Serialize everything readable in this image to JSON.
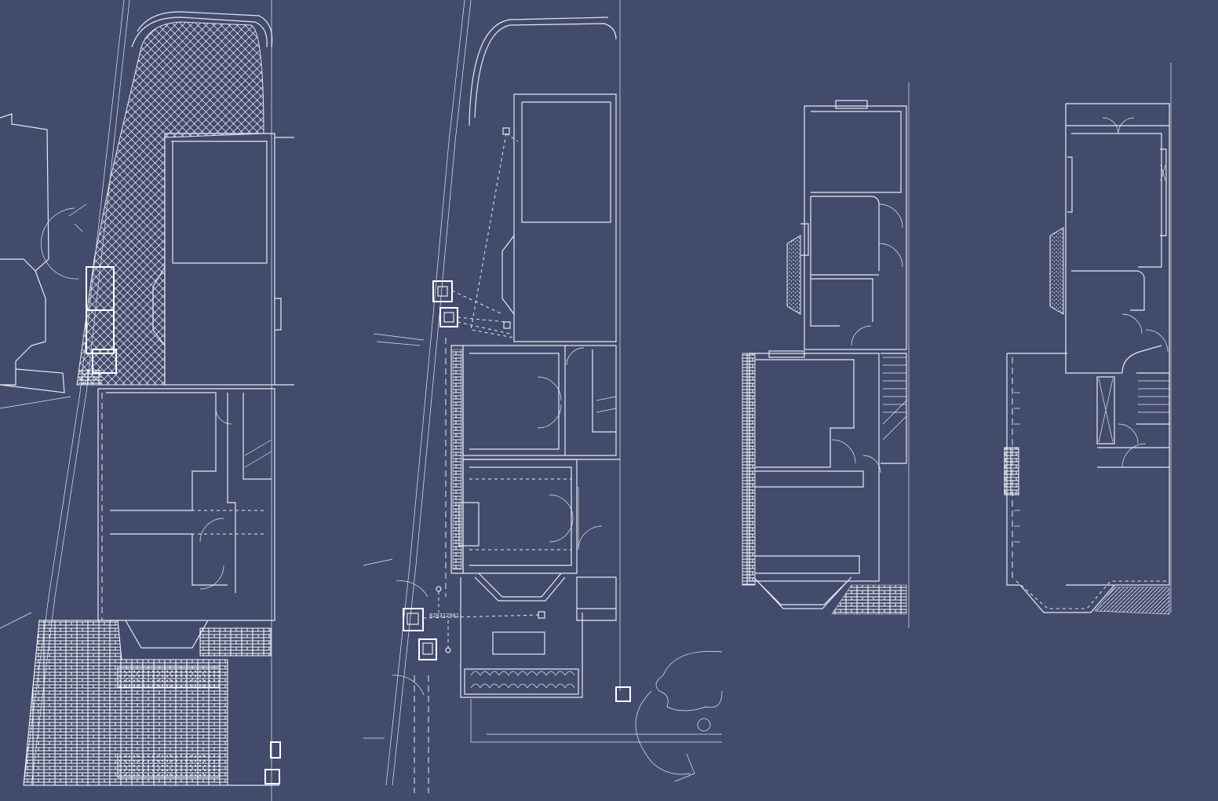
{
  "drawing": {
    "background_color": "#424b6c",
    "line_color": "#e6e9f2",
    "annotation_label": "820312981"
  },
  "plans": [
    {
      "id": "site-plan-existing"
    },
    {
      "id": "site-plan-proposed"
    },
    {
      "id": "floor-plan-upper"
    },
    {
      "id": "floor-plan-lower"
    }
  ]
}
